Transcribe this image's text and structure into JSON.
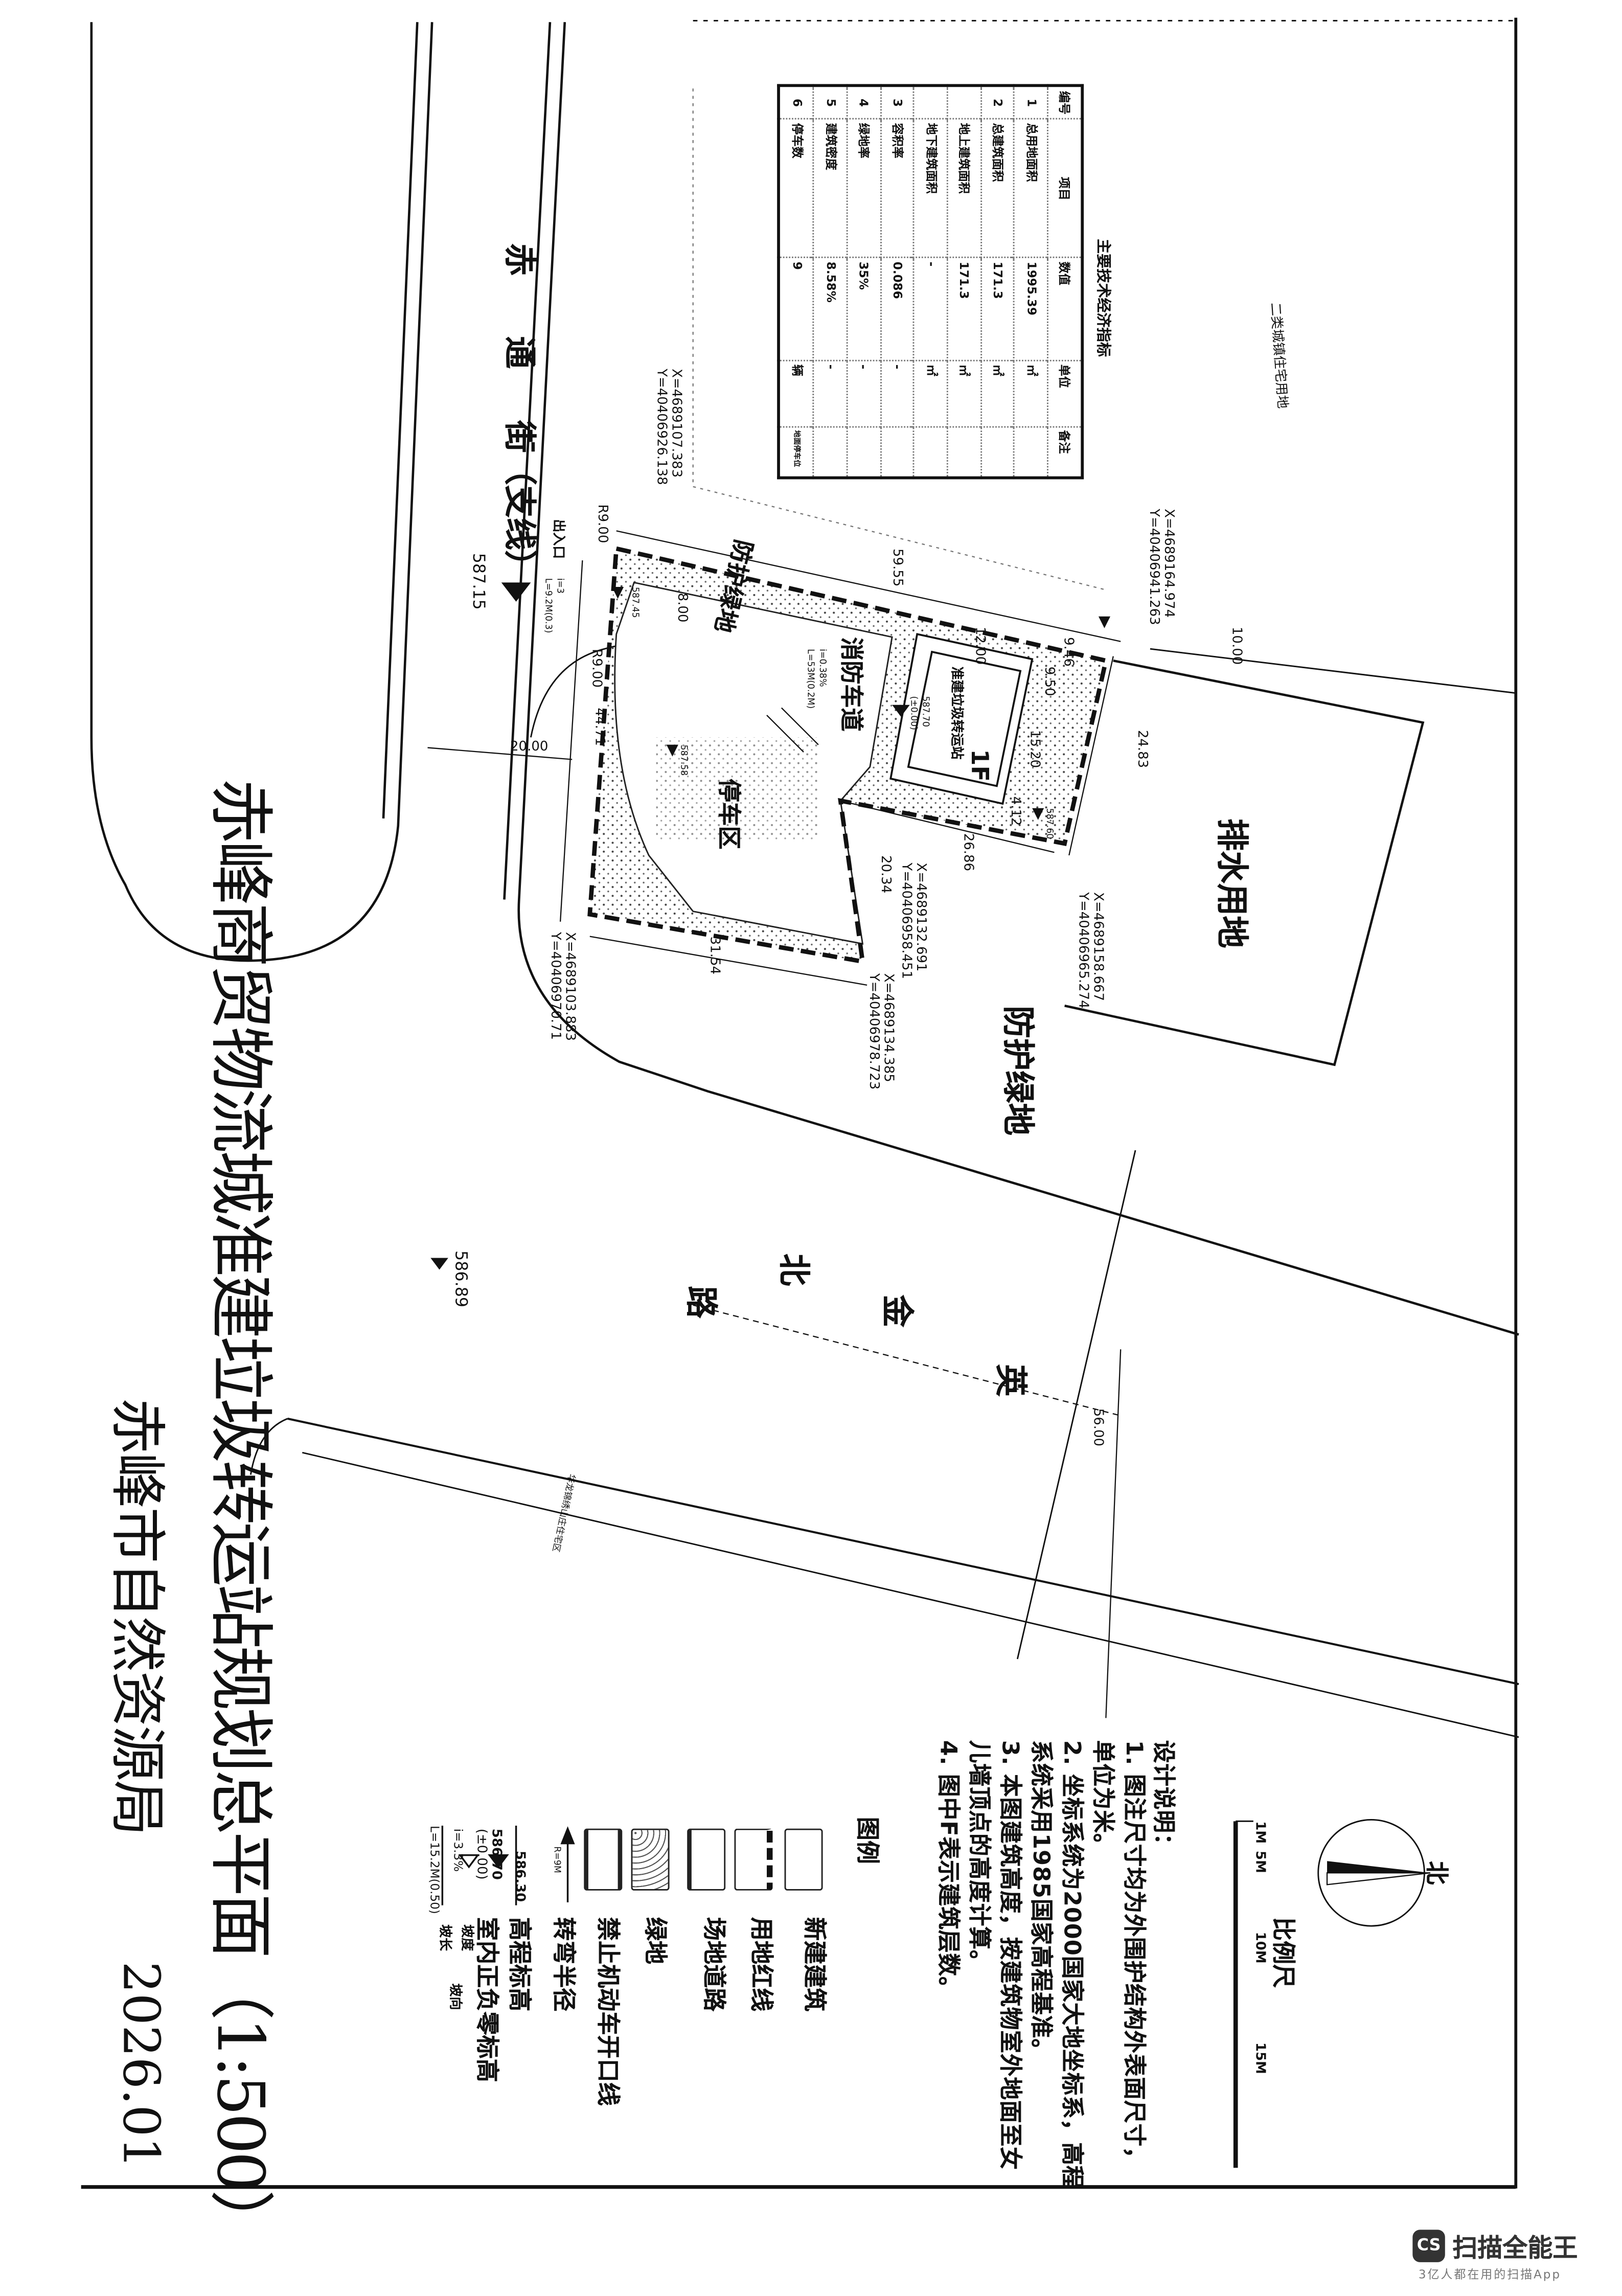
{
  "title": "赤峰商贸物流城准建垃圾转运站规划总平面（1:500）",
  "organization": "赤峰市自然资源局",
  "date": "2026.01",
  "roads": {
    "west": [
      "赤",
      "通",
      "街（支线）"
    ],
    "south": [
      "英",
      "金",
      "北",
      "路"
    ]
  },
  "areas": {
    "residential_north": "二类城镇住宅用地",
    "drainage": "排水用地",
    "green_buffer_outer": "防护绿地",
    "green_buffer_site": "防护绿地",
    "fire_lane": "消防车道",
    "parking": "停车区",
    "building": "准建垃圾转运站",
    "building_floors": "1F",
    "entrance": "出入口",
    "residential_south": "华龙锦绣山庄住宅区"
  },
  "coordinates": [
    {
      "x": "X=4689107.383",
      "y": "Y=40406926.138"
    },
    {
      "x": "X=4689164.974",
      "y": "Y=40406941.263"
    },
    {
      "x": "X=4689158.667",
      "y": "Y=40406965.274"
    },
    {
      "x": "X=4689132.691",
      "y": "Y=40406958.451"
    },
    {
      "x": "X=4689134.385",
      "y": "Y=40406978.723"
    },
    {
      "x": "X=4689103.883",
      "y": "Y=40406970.71"
    }
  ],
  "dimensions": {
    "d1": "59.55",
    "d2": "12.00",
    "d3": "10.00",
    "d4": "24.83",
    "d5": "26.86",
    "d6": "20.34",
    "d7": "31.54",
    "d8": "44.71",
    "d9": "8.00",
    "d10": "20.00",
    "d11": "56.00",
    "d12": "15.20",
    "d13": "9.50",
    "d14": "9.46",
    "d15": "4.12",
    "r1": "R9.00",
    "r2": "R9.00"
  },
  "elevations": {
    "e1": "587.15",
    "e2": "586.89",
    "e3": "587.70",
    "e4": "(±0.00)",
    "e5": "587.45",
    "e6": "587.58",
    "e7": "587.60",
    "slope1": "i=0.38%",
    "slope1_len": "L=53M(0.2M)",
    "slope2": "i=3",
    "slope2_len": "L=9.2M(0.3)"
  },
  "table": {
    "title": "主要技术经济指标",
    "headers": [
      "编号",
      "项目",
      "数值",
      "单位",
      "备注"
    ],
    "rows": [
      [
        "1",
        "总用地面积",
        "1995.39",
        "㎡",
        ""
      ],
      [
        "2",
        "总建筑面积",
        "171.3",
        "㎡",
        ""
      ],
      [
        "",
        "地上建筑面积",
        "171.3",
        "㎡",
        ""
      ],
      [
        "",
        "地下建筑面积",
        "-",
        "㎡",
        ""
      ],
      [
        "3",
        "容积率",
        "0.086",
        "-",
        ""
      ],
      [
        "4",
        "绿地率",
        "35%",
        "-",
        ""
      ],
      [
        "5",
        "建筑密度",
        "8.58%",
        "-",
        ""
      ],
      [
        "6",
        "停车数",
        "9",
        "辆",
        "地面停车位"
      ]
    ]
  },
  "notes": {
    "heading": "设计说明：",
    "lines": [
      "1. 图注尺寸均为外围护结构外表面尺寸，",
      "单位为米。",
      "2. 坐标系统为2000国家大地坐标系，高程",
      "系统采用1985国家高程基准。",
      "3. 本图建筑高度，按建筑物室外地面至女",
      "儿墙顶点的高度计算。",
      "4. 图中F表示建筑层数。"
    ]
  },
  "legend": {
    "heading": "图例",
    "items": [
      {
        "label": "新建建筑"
      },
      {
        "label": "用地红线"
      },
      {
        "label": "场地道路"
      },
      {
        "label": "绿地"
      },
      {
        "label": "禁止机动车开口线"
      },
      {
        "label": "转弯半径",
        "symbol": "R=9M"
      },
      {
        "label": "高程标高",
        "symbol": "586.30"
      },
      {
        "label": "室内正负零标高",
        "symbol": "586.70",
        "symbol2": "(±0.00)"
      },
      {
        "label": "坡度",
        "label2": "坡长",
        "label3": "坡向",
        "symbol": "i=3.3%",
        "symbol2": "L=15.2M(0.50)"
      }
    ]
  },
  "scale": {
    "heading": "比例尺",
    "ticks": [
      "1M",
      "5M",
      "10M",
      "15M"
    ]
  },
  "north": "北",
  "watermark": {
    "badge": "CS",
    "name": "扫描全能王",
    "sub": "3亿人都在用的扫描App"
  }
}
